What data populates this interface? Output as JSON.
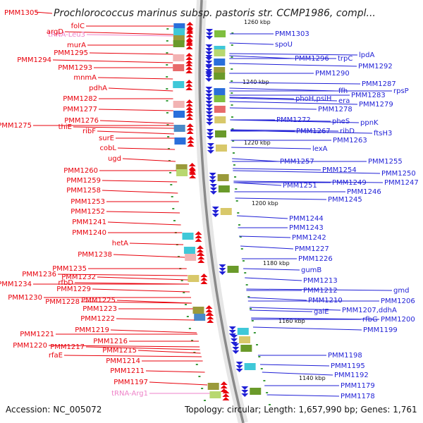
{
  "title": "Prochlorococcus marinus subsp. pastoris str. CCMP1986, compl...",
  "title_gene": "PMM1305",
  "footer": {
    "accession": "Accession: NC_005072",
    "topology": "Topology: circular; Length: 1,657,990 bp; Genes: 1,761"
  },
  "ticks": [
    "1260 kbp",
    "1240 kbp",
    "1220 kbp",
    "1200 kbp",
    "1180 kbp",
    "1160 kbp",
    "1140 kbp"
  ],
  "colors": {
    "left_label": "#e8000b",
    "right_label": "#1f1fd6",
    "rna_label": "#ee82c8",
    "backbone": "#8a8a8a",
    "tick_mark": "#3a9a3a"
  },
  "left_labels": [
    "folC",
    "tRNA-Leu3",
    "argD",
    "murA",
    "PMM1295",
    "PMM1294",
    "PMM1293",
    "mnmA",
    "pdhA",
    "PMM1282",
    "PMM1277",
    "PMM1276",
    "PMM1275",
    "thiE",
    "ribF",
    "surE",
    "cobL",
    "ugd",
    "PMM1260",
    "PMM1259",
    "PMM1258",
    "PMM1253",
    "PMM1252",
    "PMM1241",
    "PMM1240",
    "hetA",
    "PMM1238",
    "PMM1235",
    "PMM1236",
    "PMM1232",
    "PMM1234",
    "rfbD",
    "PMM1229",
    "PMM1230",
    "PMM1228",
    "PMM1225",
    "PMM1223",
    "PMM1222",
    "PMM1219",
    "PMM1221",
    "PMM1220",
    "PMM1217",
    "PMM1216",
    "rfaE",
    "PMM1215",
    "PMM1214",
    "PMM1211",
    "PMM1197",
    "tRNA-Arg1"
  ],
  "right_labels": [
    "PMM1303",
    "spoU",
    "PMM1296",
    "trpC",
    "lpdA",
    "PMM1292",
    "PMM1290",
    "PMM1287",
    "ffh",
    "rpsP",
    "phoH,psiH",
    "era",
    "PMM1283",
    "PMM1278",
    "PMM1279",
    "PMM1272",
    "pheS",
    "ppnK",
    "PMM1267",
    "ribD",
    "ftsH3",
    "PMM1263",
    "lexA",
    "PMM1257",
    "PMM1255",
    "PMM1254",
    "PMM1250",
    "PMM1249",
    "PMM1247",
    "PMM1251",
    "PMM1246",
    "PMM1245",
    "PMM1244",
    "PMM1243",
    "PMM1242",
    "PMM1227",
    "PMM1226",
    "gumB",
    "PMM1213",
    "PMM1212",
    "gmd",
    "PMM1210",
    "PMM1206",
    "galE",
    "PMM1207,ddhA",
    "rfbG",
    "PMM1200",
    "PMM1199",
    "PMM1198",
    "PMM1195",
    "PMM1192",
    "PMM1179",
    "PMM1178"
  ]
}
